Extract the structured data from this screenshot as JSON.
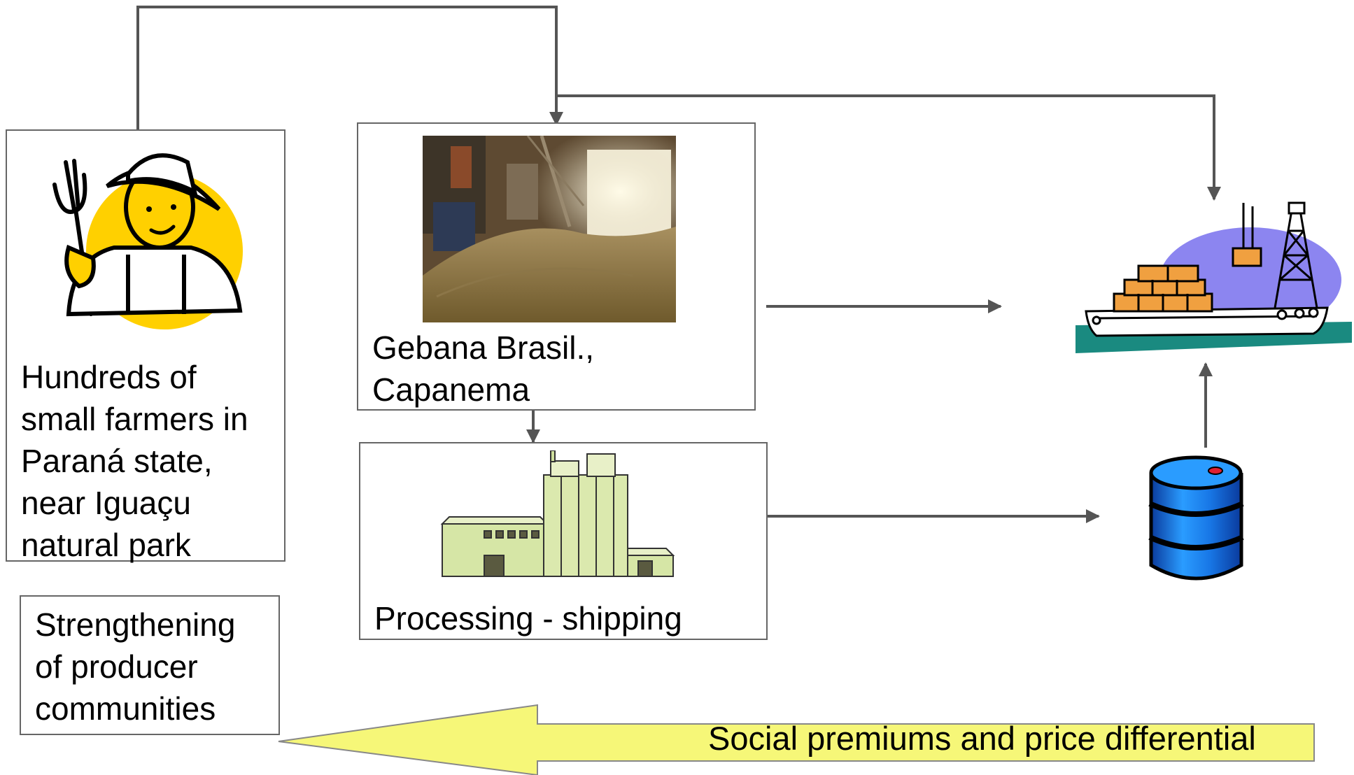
{
  "farmers": {
    "lines": [
      "Hundreds of",
      "small farmers in",
      "Paraná state,",
      "near Iguaçu",
      "natural park"
    ]
  },
  "gebana": {
    "lines": [
      "Gebana Brasil.,",
      "Capanema"
    ]
  },
  "processing": {
    "label": "Processing - shipping"
  },
  "strengthening": {
    "lines": [
      "Strengthening",
      "of producer",
      "communities"
    ]
  },
  "premium_arrow": {
    "label": "Social premiums and price differential"
  },
  "icons": {
    "farmer": "farmer-icon",
    "warehouse": "grain-warehouse-photo",
    "factory": "factory-icon",
    "ship": "cargo-ship-icon",
    "barrel": "oil-barrel-icon"
  },
  "colors": {
    "connector": "#555555",
    "arrow_fill": "#f6f778",
    "arrow_stroke": "#888888",
    "farmer_circle": "#ffd000",
    "barrel_blue": "#1877e6",
    "ship_sea": "#1a8a80",
    "ship_sky": "#8c85f0",
    "ship_crates": "#f0a040",
    "factory_green": "#d6e6a6"
  }
}
